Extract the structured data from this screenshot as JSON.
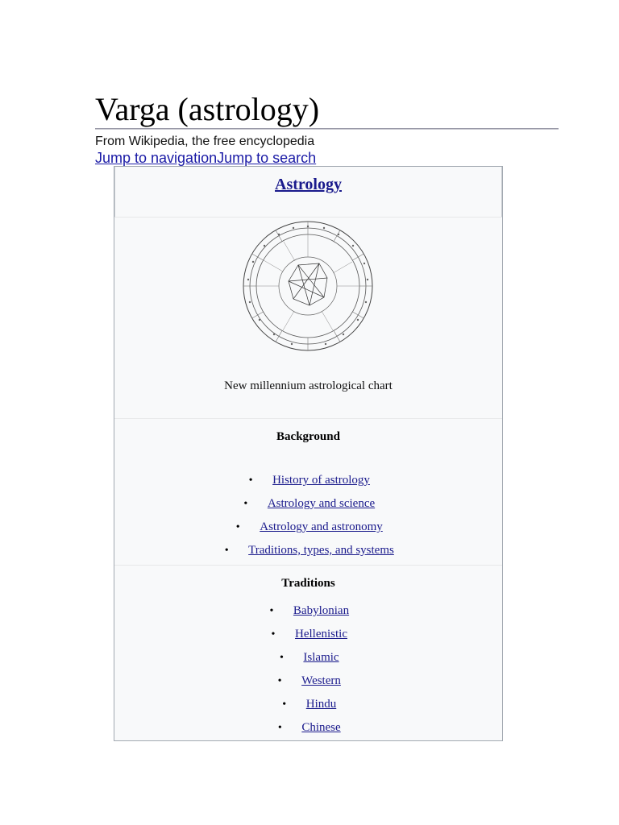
{
  "page": {
    "title": "Varga (astrology)",
    "tagline": "From Wikipedia, the free encyclopedia",
    "jump_navigation": "Jump to navigation",
    "jump_search": "Jump to search"
  },
  "infobox": {
    "title": "Astrology",
    "image_caption": "New millennium astrological chart",
    "sections": [
      {
        "heading": "Background",
        "items": [
          "History of astrology",
          "Astrology and science",
          "Astrology and astronomy",
          "Traditions, types, and systems"
        ]
      },
      {
        "heading": "Traditions",
        "items": [
          "Babylonian",
          "Hellenistic",
          "Islamic",
          "Western",
          "Hindu",
          "Chinese"
        ]
      }
    ]
  },
  "colors": {
    "link": "#1a1a8c",
    "infobox_bg": "#f8f9fa",
    "infobox_border": "#a2a9b1"
  }
}
